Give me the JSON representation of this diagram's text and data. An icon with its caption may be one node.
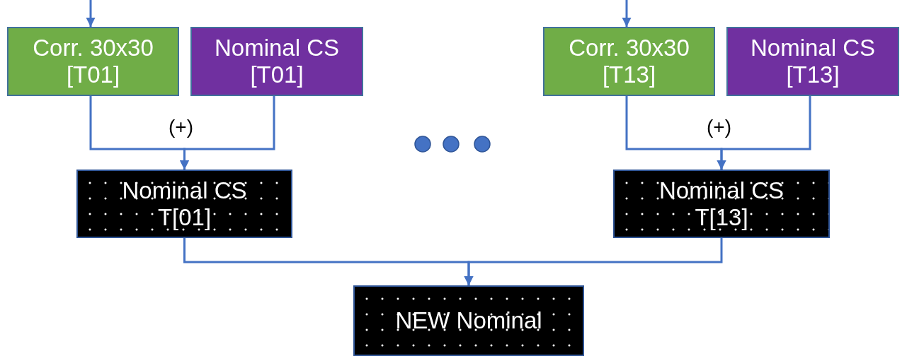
{
  "diagram": {
    "nodes": [
      {
        "text": [
          "Corr. 30x30 [T01]"
        ]
      },
      {
        "text": [
          "Nominal CS [T01]"
        ]
      },
      {
        "text": [
          "Nominal CS T[01]"
        ]
      },
      {
        "text": [
          "Corr. 30x30 [T13]"
        ]
      },
      {
        "text": [
          "Nominal CS [T13]"
        ]
      },
      {
        "text": [
          "Nominal CS T[13]"
        ]
      },
      {
        "text": [
          "NEW Nominal"
        ]
      }
    ],
    "edges": [
      {
        "from": null,
        "to": 0,
        "arrow": "to"
      },
      {
        "from": 0,
        "to": 2,
        "arrow": "to"
      },
      {
        "from": 1,
        "to": 2,
        "arrow": "to"
      },
      {
        "from": null,
        "to": 3,
        "arrow": "to"
      },
      {
        "from": 3,
        "to": 5,
        "arrow": "to"
      },
      {
        "from": 4,
        "to": 5,
        "arrow": "to"
      },
      {
        "from": 2,
        "to": 6,
        "arrow": "to"
      },
      {
        "from": 5,
        "to": 6,
        "arrow": "to"
      }
    ],
    "labels": [
      "(+)",
      "(+)"
    ]
  }
}
